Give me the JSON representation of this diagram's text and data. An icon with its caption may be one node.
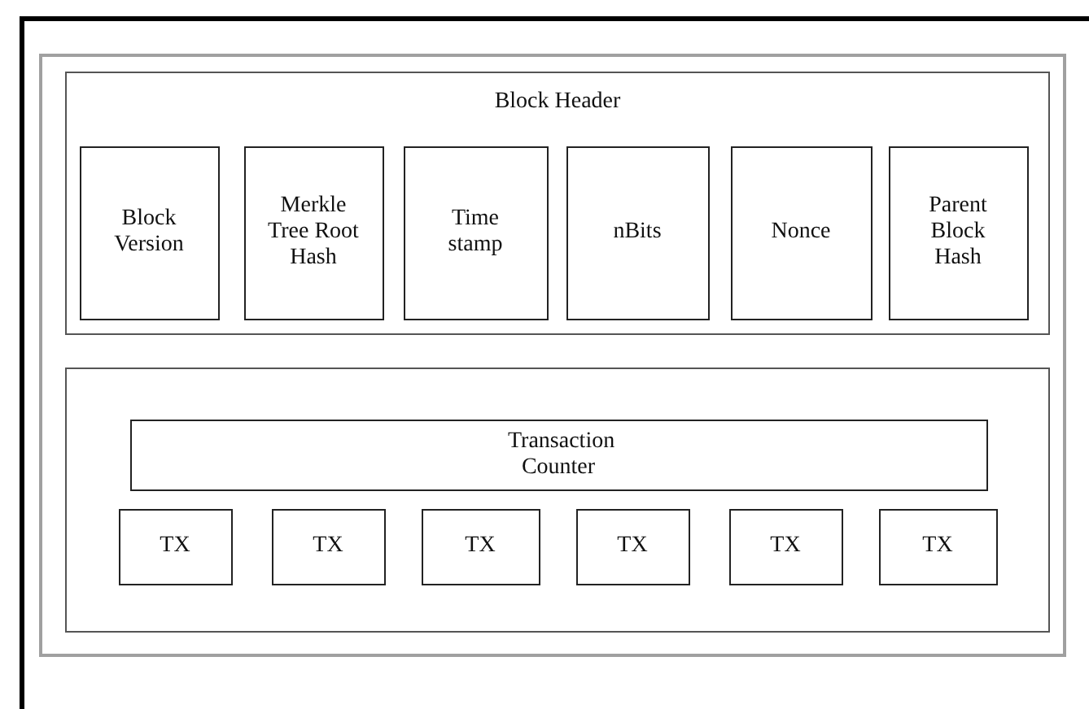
{
  "diagram": {
    "nodes": [
      {
        "text": [],
        "shape": "box"
      },
      {
        "text": [
          "Block Header"
        ],
        "in": 0
      },
      {
        "text": [
          "Block Version"
        ],
        "in": 1
      },
      {
        "text": [
          "Merkle Tree Root Hash"
        ],
        "in": 1
      },
      {
        "text": [
          "Time stamp"
        ],
        "in": 1
      },
      {
        "text": [
          "nBits"
        ],
        "in": 1
      },
      {
        "text": [
          "Nonce"
        ],
        "in": 1
      },
      {
        "text": [
          "Parent Block Hash"
        ],
        "in": 1
      },
      {
        "text": [],
        "shape": "box",
        "in": 0
      },
      {
        "text": [
          "Transaction Counter"
        ],
        "in": 8
      },
      {
        "text": [
          "TX"
        ],
        "in": 8
      },
      {
        "text": [
          "TX"
        ],
        "in": 8
      },
      {
        "text": [
          "TX"
        ],
        "in": 8
      },
      {
        "text": [
          "TX"
        ],
        "in": 8
      },
      {
        "text": [
          "TX"
        ],
        "in": 8
      },
      {
        "text": [
          "TX"
        ],
        "in": 8
      }
    ]
  }
}
